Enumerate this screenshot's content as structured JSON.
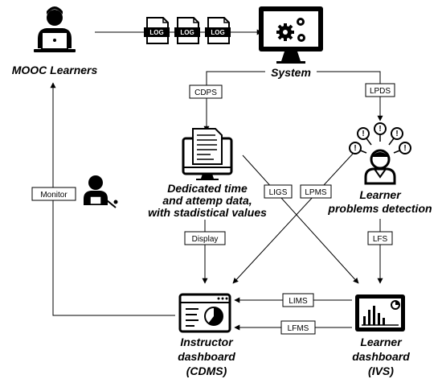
{
  "nodes": {
    "learners": "MOOC Learners",
    "system": "System",
    "dedicated_line1": "Dedicated time",
    "dedicated_line2": "and attemp data,",
    "dedicated_line3": "with stadistical values",
    "problems_line1": "Learner",
    "problems_line2": "problems detection",
    "instructor_line1": "Instructor",
    "instructor_line2": "dashboard",
    "instructor_line3": "(CDMS)",
    "learner_dash_line1": "Learner",
    "learner_dash_line2": "dashboard",
    "learner_dash_line3": "(IVS)"
  },
  "logs": [
    "LOG",
    "LOG",
    "LOG"
  ],
  "edge_labels": {
    "cdps": "CDPS",
    "lpds": "LPDS",
    "ligs": "LIGS",
    "lpms": "LPMS",
    "display": "Display",
    "lfs": "LFS",
    "lims": "LIMS",
    "lfms": "LFMS",
    "monitor": "Monitor"
  },
  "icons": [
    "user-laptop-icon",
    "log-file-icon",
    "monitor-gears-icon",
    "computer-document-icon",
    "thinking-person-icon",
    "instructor-icon",
    "dashboard-icon",
    "bar-chart-dashboard-icon"
  ]
}
